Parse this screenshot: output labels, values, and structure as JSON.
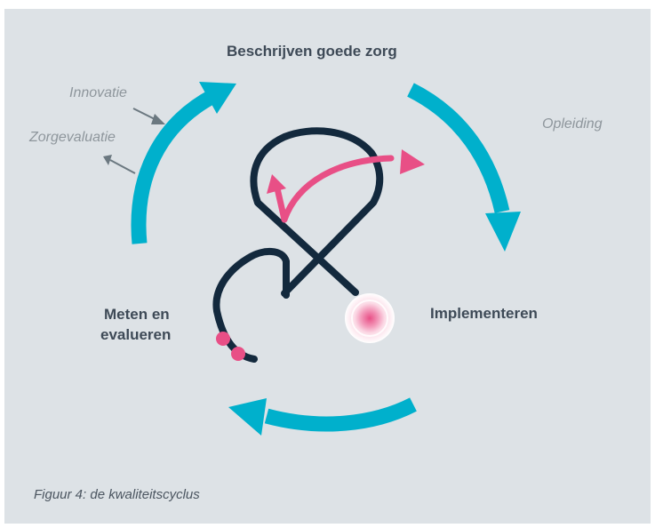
{
  "labels": {
    "top": "Beschrijven goede zorg",
    "right": "Implementeren",
    "left_line1": "Meten en",
    "left_line2": "evalueren"
  },
  "side_notes": {
    "innovatie": "Innovatie",
    "zorgevaluatie": "Zorgevaluatie",
    "opleiding": "Opleiding"
  },
  "caption": "Figuur 4: de kwaliteitscyclus",
  "colors": {
    "background": "#dde2e6",
    "cycle_arrow": "#00b0cc",
    "stethoscope": "#13293d",
    "accent": "#e84f86",
    "small_arrow": "#6b7880"
  },
  "icons": {
    "center": "stethoscope-icon"
  }
}
